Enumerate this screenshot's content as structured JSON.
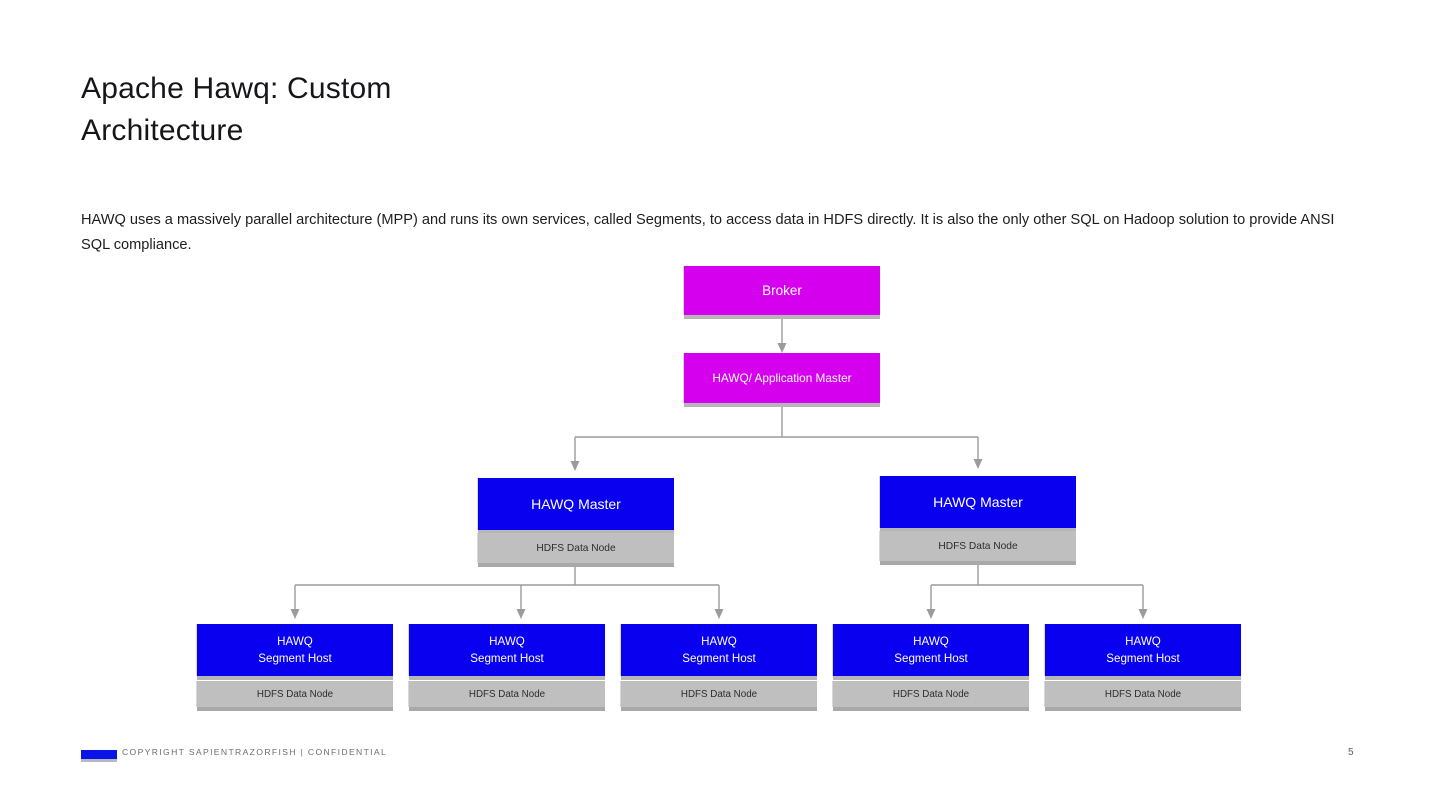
{
  "slide": {
    "title": "Apache Hawq: Custom\nArchitecture",
    "body": "HAWQ uses a massively parallel architecture (MPP) and runs its own services, called Segments, to access data in HDFS directly. It is also the only other SQL on Hadoop solution to provide ANSI SQL compliance."
  },
  "colors": {
    "magenta": "#d400ee",
    "blue": "#0800ee",
    "gray": "#bfbfbf",
    "connector": "#8a8a8a",
    "footer_logo": "#0a14e6"
  },
  "diagram": {
    "type": "hierarchy",
    "broker": {
      "label": "Broker"
    },
    "application_master": {
      "label": "HAWQ/ Application Master"
    },
    "masters": [
      {
        "label": "HAWQ Master",
        "sublabel": "HDFS Data Node"
      },
      {
        "label": "HAWQ Master",
        "sublabel": "HDFS Data Node"
      }
    ],
    "segments": [
      {
        "label": "HAWQ\nSegment Host",
        "sublabel": "HDFS Data Node"
      },
      {
        "label": "HAWQ\nSegment Host",
        "sublabel": "HDFS Data Node"
      },
      {
        "label": "HAWQ\nSegment Host",
        "sublabel": "HDFS Data Node"
      },
      {
        "label": "HAWQ\nSegment Host",
        "sublabel": "HDFS Data Node"
      },
      {
        "label": "HAWQ\nSegment Host",
        "sublabel": "HDFS Data Node"
      }
    ]
  },
  "footer": {
    "copyright": "COPYRIGHT SAPIENTRAZORFISH | CONFIDENTIAL",
    "page": "5"
  }
}
